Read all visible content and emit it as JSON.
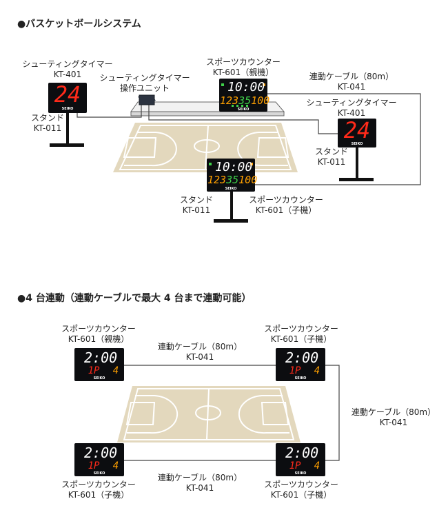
{
  "section1": {
    "heading": "●バスケットボールシステム",
    "labels": {
      "shooting_timer_left": "シューティングタイマー",
      "shooting_timer_left_model": "KT-401",
      "control_unit_line1": "シューティングタイマー",
      "control_unit_line2": "操作ユニット",
      "sports_counter_parent": "スポーツカウンター",
      "sports_counter_parent_model": "KT-601（親機）",
      "cable": "連動ケーブル（80m）",
      "cable_model": "KT-041",
      "shooting_timer_right": "シューティングタイマー",
      "shooting_timer_right_model": "KT-401",
      "stand_left": "スタンド",
      "stand_left_model": "KT-011",
      "stand_right": "スタンド",
      "stand_right_model": "KT-011",
      "stand_bottom": "スタンド",
      "stand_bottom_model": "KT-011",
      "sports_counter_child": "スポーツカウンター",
      "sports_counter_child_model": "KT-601（子機）"
    },
    "displays": {
      "shot_clock": "24",
      "game_clock": "10:00",
      "score_left": "123",
      "score_mid": "35",
      "score_right": "100",
      "brand": "SEIKO"
    }
  },
  "section2": {
    "heading": "●4 台連動（連動ケーブルで最大 4 台まで連動可能）",
    "labels": {
      "tl_name": "スポーツカウンター",
      "tl_model": "KT-601（親機）",
      "tr_name": "スポーツカウンター",
      "tr_model": "KT-601（子機）",
      "bl_name": "スポーツカウンター",
      "bl_model": "KT-601（子機）",
      "br_name": "スポーツカウンター",
      "br_model": "KT-601（子機）",
      "cable_top": "連動ケーブル（80m）",
      "cable_top_model": "KT-041",
      "cable_right": "連動ケーブル（80m）",
      "cable_right_model": "KT-041",
      "cable_bottom": "連動ケーブル（80m）",
      "cable_bottom_model": "KT-041"
    },
    "displays": {
      "clock": "2:00",
      "period": "1P",
      "fouls": "4",
      "brand": "SEIKO"
    }
  },
  "colors": {
    "court": "#e3d8bd",
    "court_line": "#ffffff",
    "red_led": "#ff2a1a",
    "orange_led": "#ffa000",
    "green_led": "#3fd24a",
    "white_led": "#ffffff",
    "device_body": "#0c0d10",
    "cable": "#444444"
  }
}
